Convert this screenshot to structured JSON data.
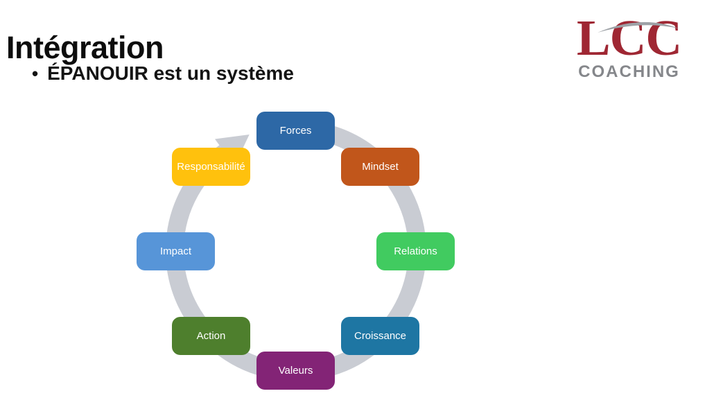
{
  "slide": {
    "title": "Intégration",
    "bullet_glyph": "•",
    "bullet_text": "ÉPANOUIR est un système",
    "background_color": "#FFFFFF",
    "title_color": "#0D0D0D"
  },
  "logo": {
    "wordmark": "LCC",
    "subtitle": "COACHING",
    "wordmark_color": "#9F2733",
    "subtitle_color": "#85878B",
    "swoosh_color": "#9EA2A7"
  },
  "diagram": {
    "type": "cycle",
    "direction": "clockwise",
    "ring_color": "#C9CCD3",
    "text_color": "#FFFFFF",
    "nodes": [
      {
        "label": "Forces",
        "color": "#2D68A6"
      },
      {
        "label": "Mindset",
        "color": "#C1561B"
      },
      {
        "label": "Relations",
        "color": "#41CB60"
      },
      {
        "label": "Croissance",
        "color": "#1E76A3"
      },
      {
        "label": "Valeurs",
        "color": "#832476"
      },
      {
        "label": "Action",
        "color": "#4E7F2D"
      },
      {
        "label": "Impact",
        "color": "#5795D8"
      },
      {
        "label": "Responsabilité",
        "color": "#FFC10D"
      }
    ]
  }
}
